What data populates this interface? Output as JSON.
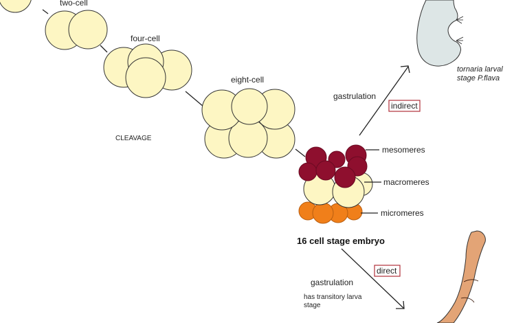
{
  "stages": {
    "two_cell": "two-cell",
    "four_cell": "four-cell",
    "eight_cell": "eight-cell",
    "cleavage": "CLEAVAGE",
    "sixteen_cell": "16 cell stage embryo"
  },
  "cell_types": {
    "mesomeres": "mesomeres",
    "macromeres": "macromeres",
    "micromeres": "micromeres"
  },
  "indirect_path": {
    "process": "gastrulation",
    "type": "indirect",
    "result_line1": "tornaria larval",
    "result_line2": "stage P.flava"
  },
  "direct_path": {
    "process": "gastrulation",
    "type": "direct",
    "note_line1": "has transitory larva",
    "note_line2": "stage"
  },
  "colors": {
    "blastomere": "#fdf6c3",
    "mesomeres": "#8e0f2e",
    "micromeres": "#f07f1a",
    "tornaria": "#dde6e6",
    "worm": "#e3a476",
    "label_box": "#b0303a"
  }
}
